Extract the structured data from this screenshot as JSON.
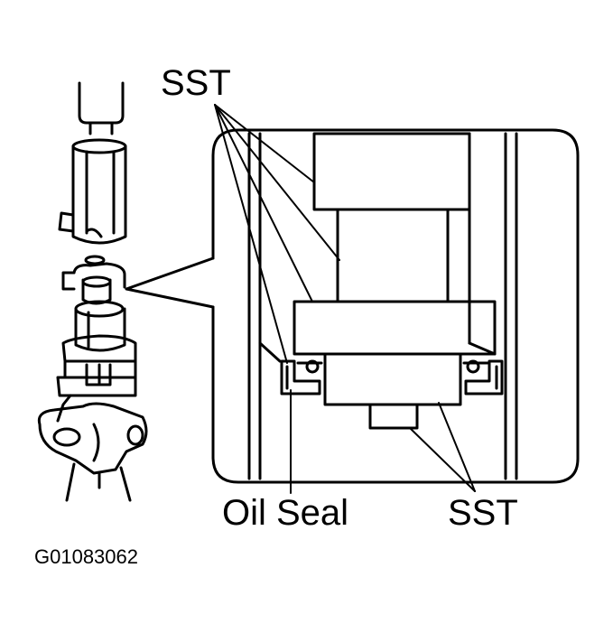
{
  "labels": {
    "sst_top": "SST",
    "oil_seal": "Oil Seal",
    "sst_bottom": "SST",
    "figure_id": "G01083062"
  },
  "colors": {
    "line": "#000000",
    "background": "#ffffff"
  }
}
